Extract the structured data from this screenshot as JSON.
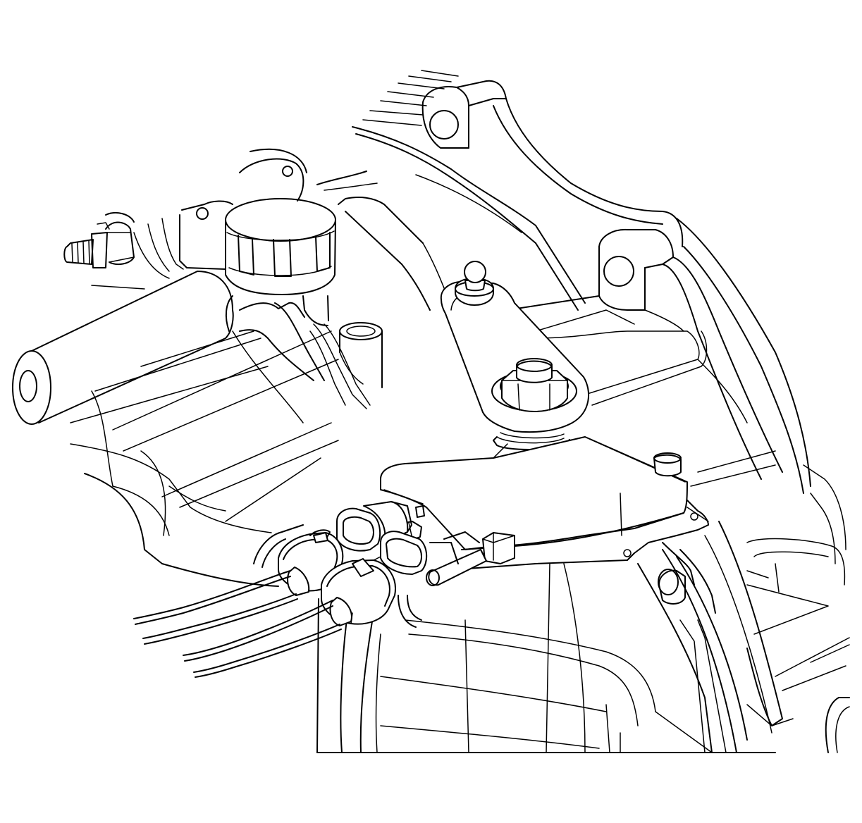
{
  "figure": {
    "background": "#ffffff",
    "line_color": "#000000",
    "parts": [
      {
        "id": "transmission-case",
        "icon": "line-art"
      },
      {
        "id": "crossmember",
        "icon": "line-art"
      },
      {
        "id": "mounting-stud",
        "icon": "line-art"
      },
      {
        "id": "breather-cap",
        "icon": "line-art"
      },
      {
        "id": "cooler-tube",
        "icon": "line-art"
      },
      {
        "id": "shift-lever",
        "icon": "line-art"
      },
      {
        "id": "lever-nut",
        "icon": "line-art"
      },
      {
        "id": "range-switch",
        "icon": "line-art"
      },
      {
        "id": "switch-bolt",
        "icon": "line-art"
      },
      {
        "id": "electrical-connectors",
        "icon": "line-art"
      },
      {
        "id": "wiring-harness",
        "icon": "line-art"
      }
    ]
  }
}
